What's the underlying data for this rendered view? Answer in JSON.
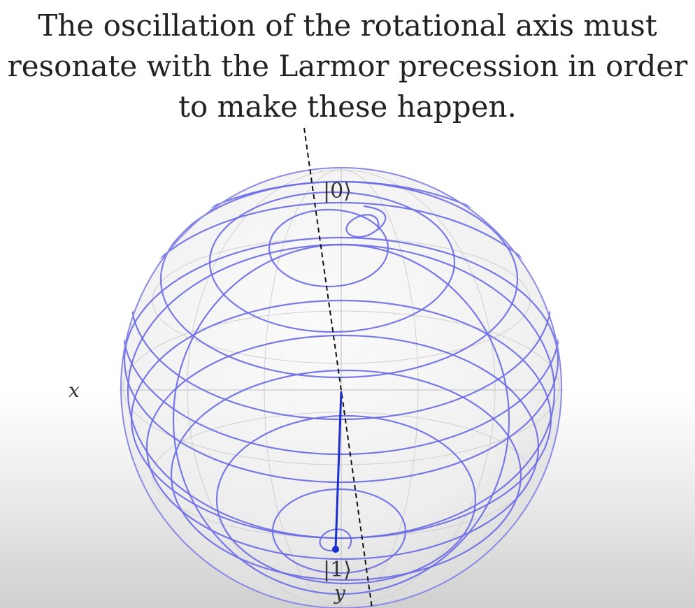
{
  "caption": {
    "lines": [
      "The oscillation of the rotational axis must",
      "resonate with the Larmor precession in order",
      "to make these happen."
    ]
  },
  "bloch_sphere": {
    "labels": {
      "ket0": "|0⟩",
      "ket1": "|1⟩",
      "x_axis": "x",
      "y_axis": "y"
    },
    "colors": {
      "trajectory": "#6a6ae6",
      "state_vector": "#1a2fcc",
      "rotation_axis": "#111111",
      "sphere_wire": "#c8c8c8"
    }
  }
}
